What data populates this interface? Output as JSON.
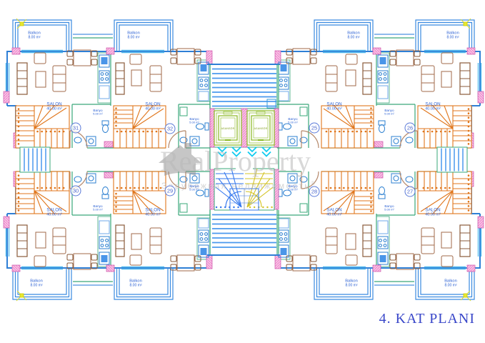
{
  "title": "4. KAT PLANI",
  "watermark": {
    "brand": "RealProperty",
    "subtitle": "Зарубежная недвижимость",
    "registered": "®"
  },
  "rooms": {
    "balkon": {
      "name": "Balkon",
      "area": "8.00 m²"
    },
    "salon": {
      "name": "SALON",
      "area": "40.00 m²"
    },
    "banyo": {
      "name": "Banyo",
      "area": "5.00 m²"
    },
    "asansor": {
      "name": "ASANSÖR"
    }
  },
  "apartment_numbers": {
    "top": [
      "31",
      "32",
      "25",
      "26"
    ],
    "bottom": [
      "30",
      "29",
      "28",
      "27"
    ]
  },
  "colors": {
    "wall_blue": "#2e7fd6",
    "window_cyan": "#55bbee",
    "partition_green": "#3aa87a",
    "stair_orange": "#e0761c",
    "column_pink": "#f7b3e0",
    "elevator_green": "#88bb22",
    "arrow_cyan": "#11ccf0",
    "central_stair_blue": "#3377ee",
    "central_stair_yellow": "#d4c428",
    "furniture_brown": "#a06a4a",
    "label_blue": "#2f63d4",
    "title_blue": "#3947c9",
    "watermark_gray": "#c8c8c8"
  }
}
